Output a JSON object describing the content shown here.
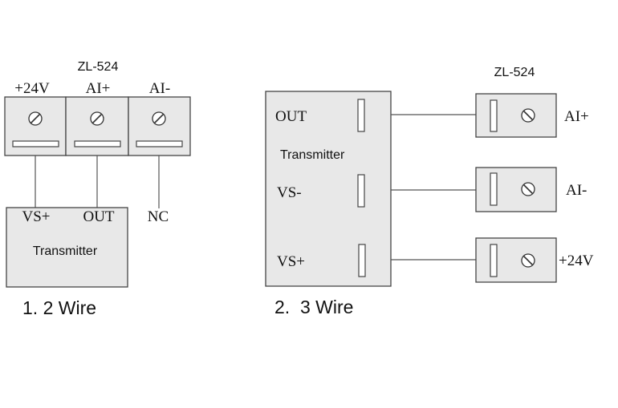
{
  "colors": {
    "box_fill": "#e8e8e8",
    "stroke": "#444444",
    "wire": "#555555",
    "text": "#111111"
  },
  "two_wire": {
    "module_label": "ZL-524",
    "terminals": [
      "+24V",
      "AI+",
      "AI-"
    ],
    "transmitter_pins": [
      "VS+",
      "OUT",
      "NC"
    ],
    "transmitter_label": "Transmitter",
    "caption": "1. 2 Wire"
  },
  "three_wire": {
    "module_label": "ZL-524",
    "transmitter_pins": [
      "OUT",
      "VS-",
      "VS+"
    ],
    "transmitter_label": "Transmitter",
    "terminal_labels": [
      "AI+",
      "AI-",
      "+24V"
    ],
    "caption": "2.  3 Wire"
  }
}
